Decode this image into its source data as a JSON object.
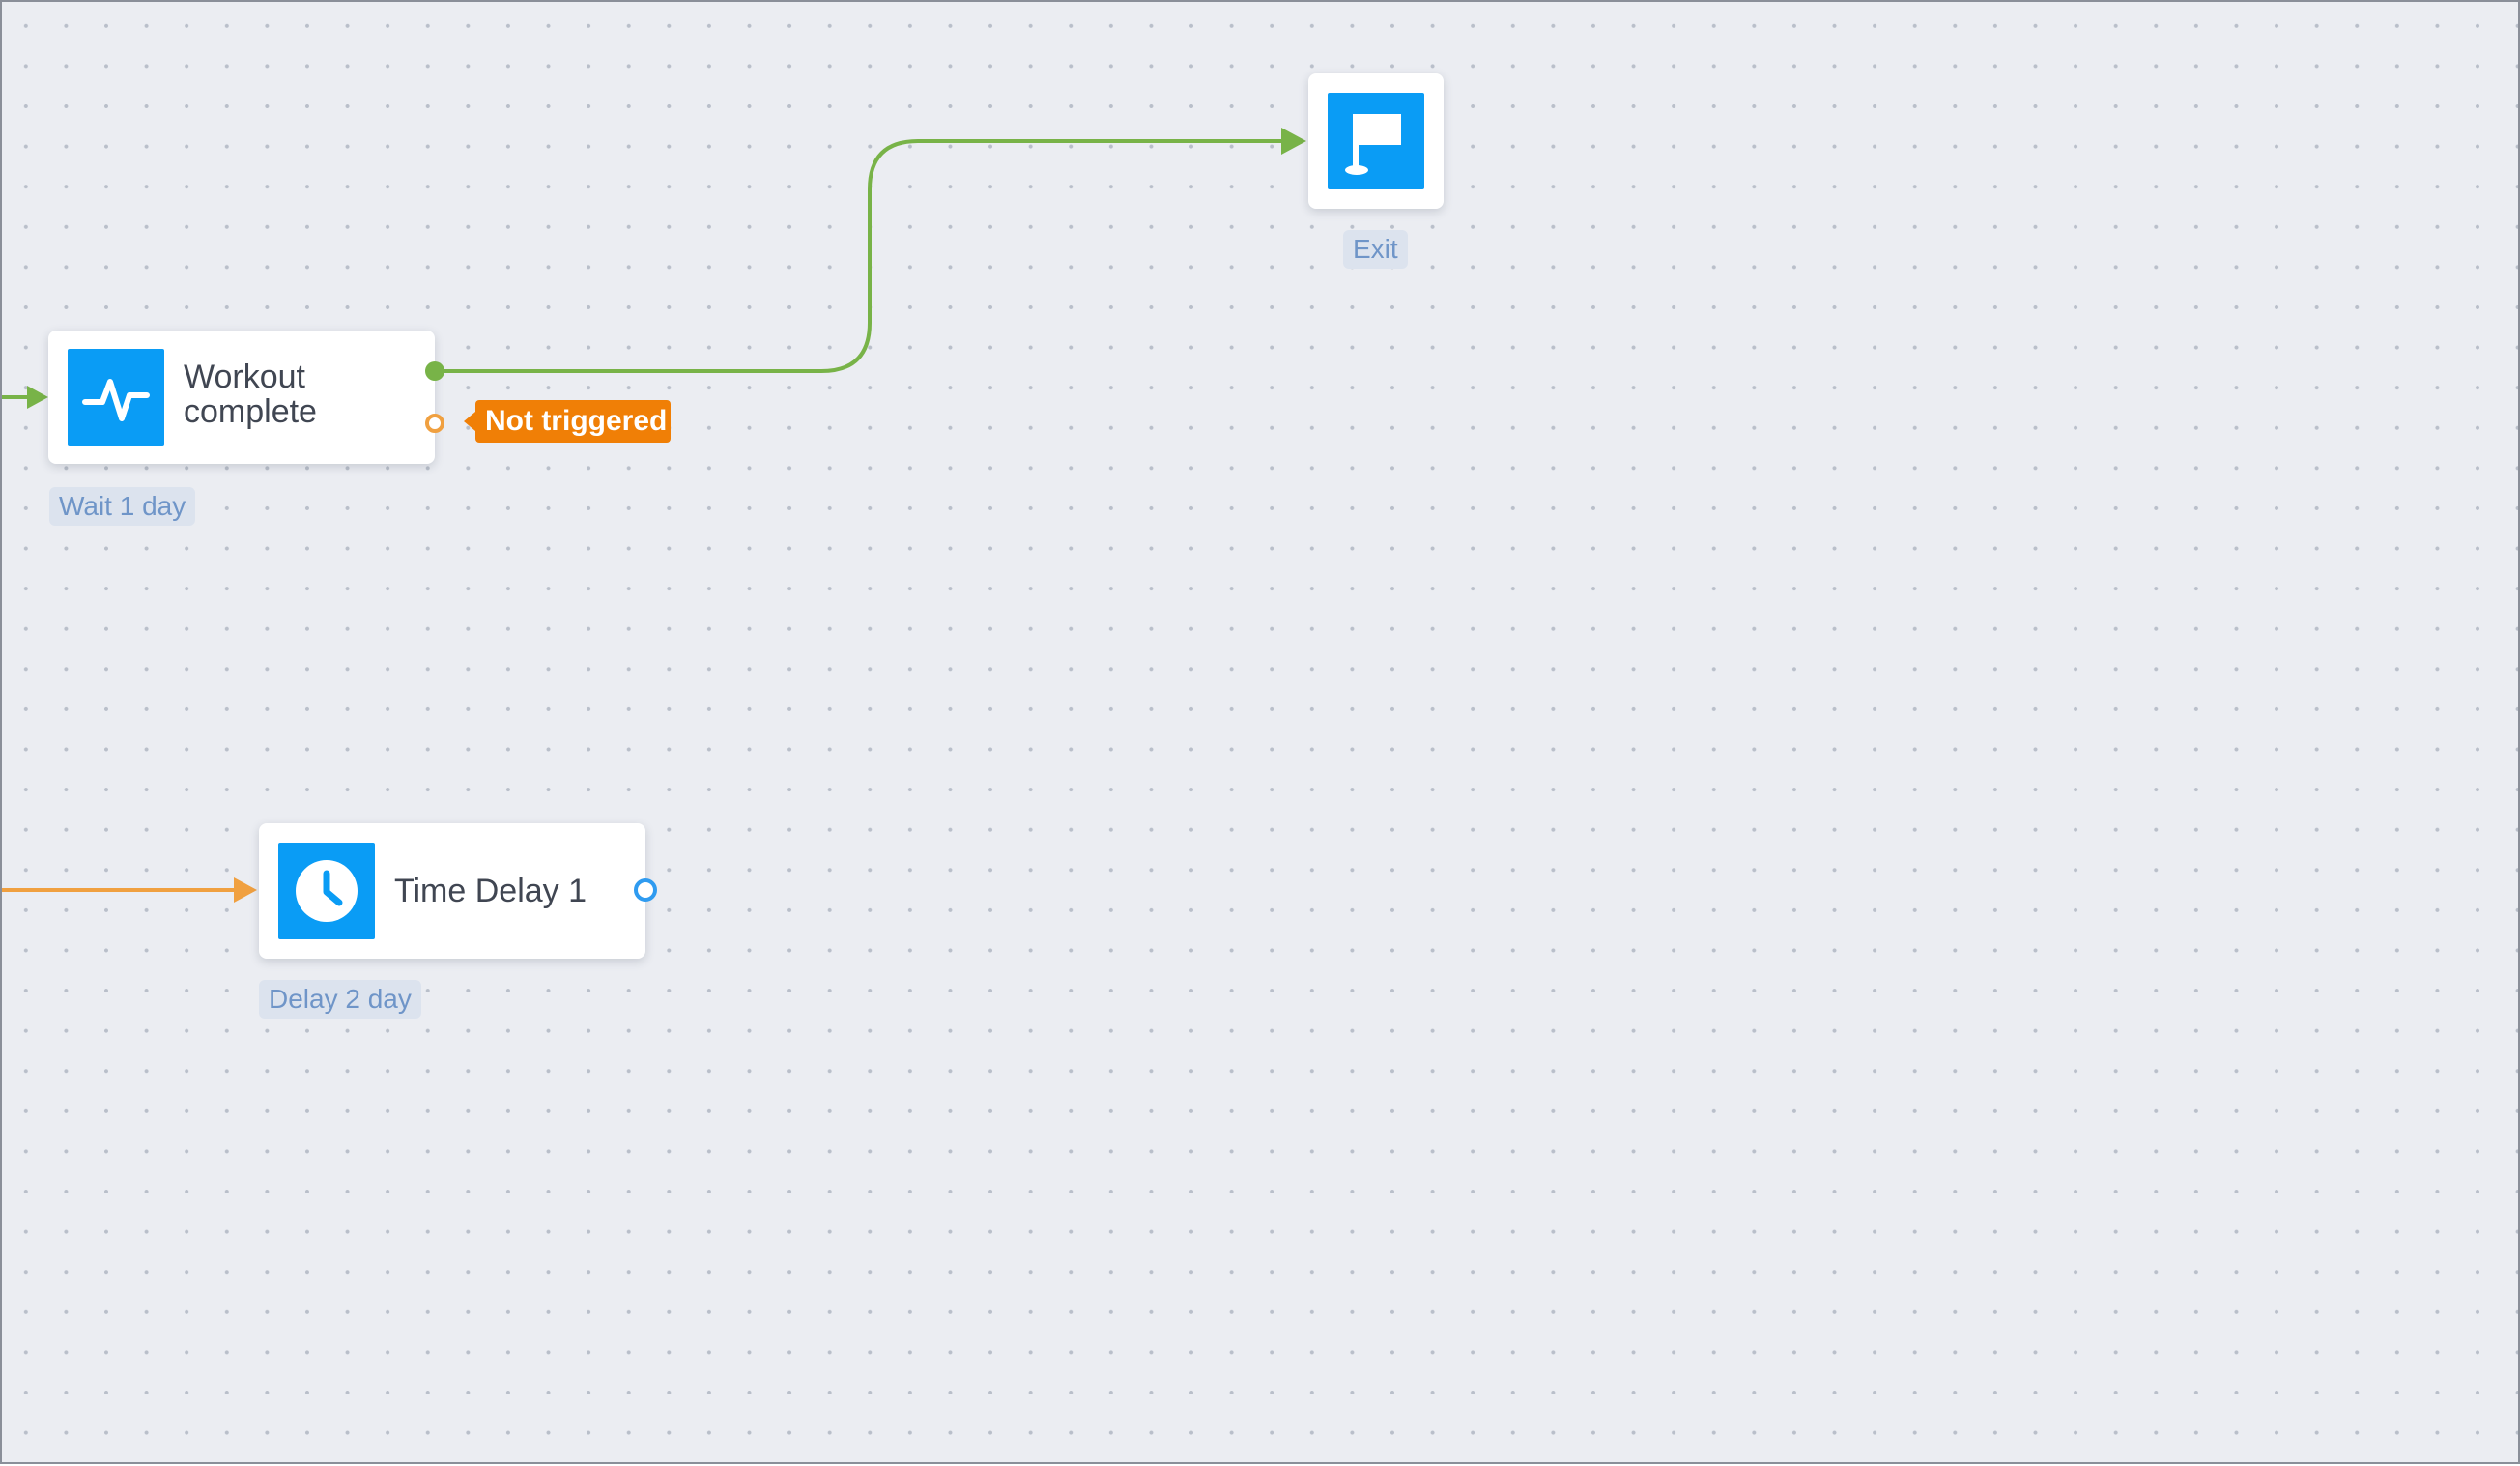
{
  "canvas": {
    "background": "#ebedf2",
    "grid_dot_color": "#b9bfca"
  },
  "colors": {
    "success_path": "#78b348",
    "fallback_path": "#f0a040",
    "node_icon_bg": "#0a9cf5",
    "badge_bg": "#f07f06",
    "caption_text": "#6f95c8"
  },
  "nodes": {
    "workout": {
      "icon": "activity-pulse-icon",
      "title_line1": "Workout",
      "title_line2": "complete",
      "caption": "Wait 1 day",
      "badge": "Not triggered"
    },
    "exit": {
      "icon": "flag-icon",
      "caption": "Exit"
    },
    "time_delay": {
      "icon": "clock-icon",
      "title": "Time Delay 1",
      "caption": "Delay 2 day"
    }
  }
}
